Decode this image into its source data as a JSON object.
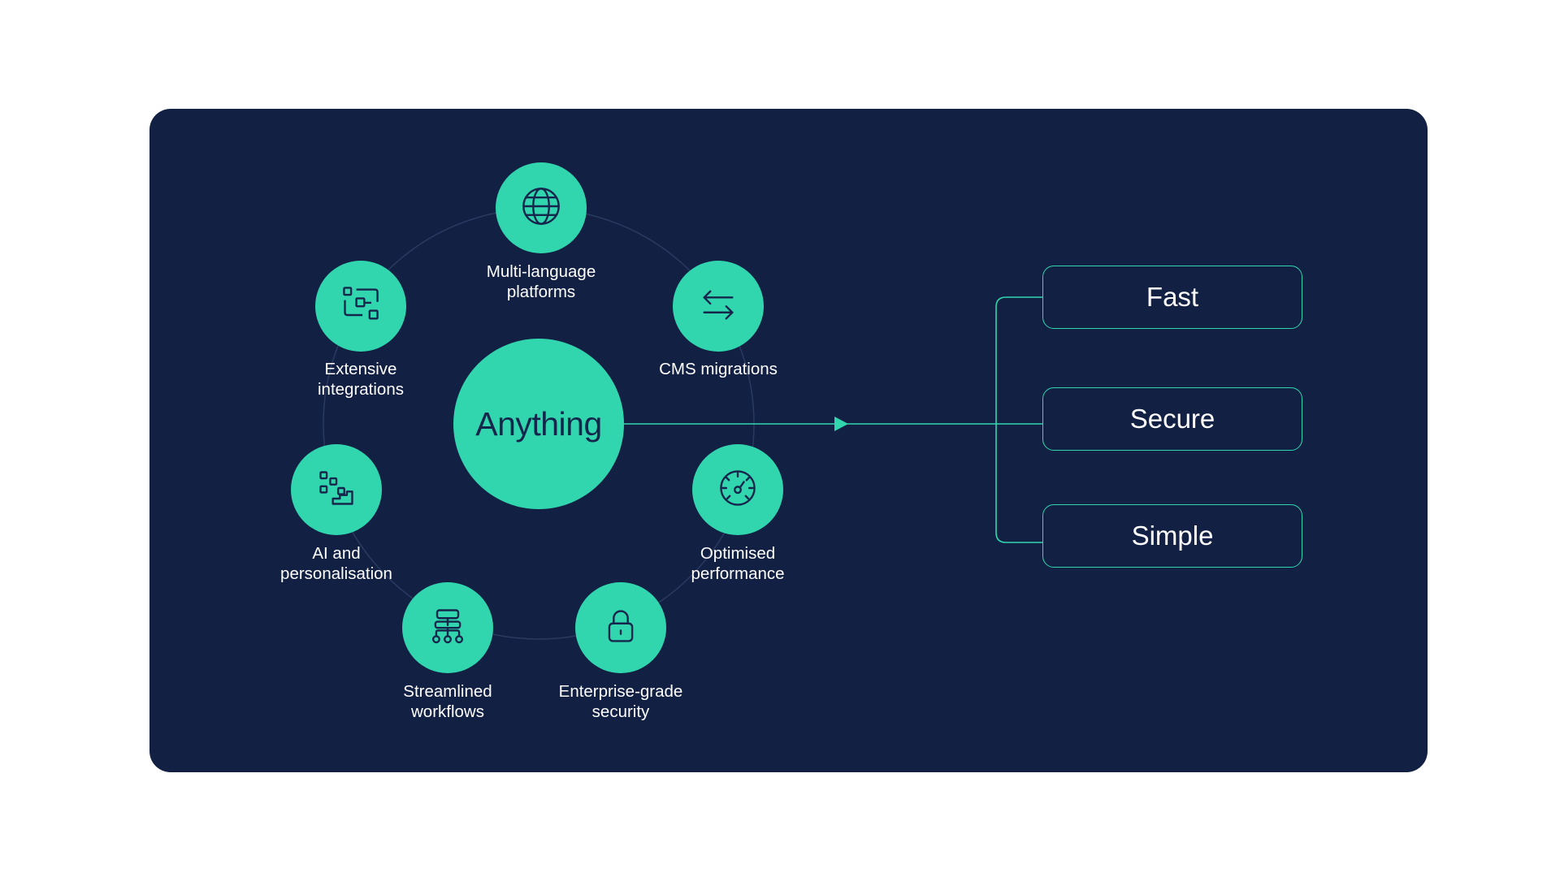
{
  "colors": {
    "page_background": "#ffffff",
    "panel_background": "#122044",
    "accent": "#31d6ae",
    "ring_line": "#2a3a60",
    "dark_text": "#15264c",
    "light_text": "#ffffff"
  },
  "hub": {
    "label": "Anything"
  },
  "features": [
    {
      "label": "Multi-language\nplatforms",
      "icon": "globe-icon"
    },
    {
      "label": "CMS migrations",
      "icon": "arrows-exchange-icon"
    },
    {
      "label": "Optimised\nperformance",
      "icon": "speedometer-icon"
    },
    {
      "label": "Enterprise-grade\nsecurity",
      "icon": "lock-icon"
    },
    {
      "label": "Streamlined\nworkflows",
      "icon": "workflow-hierarchy-icon"
    },
    {
      "label": "AI and\npersonalisation",
      "icon": "ai-blocks-icon"
    },
    {
      "label": "Extensive\nintegrations",
      "icon": "integrations-icon"
    }
  ],
  "qualities": [
    {
      "label": "Fast"
    },
    {
      "label": "Secure"
    },
    {
      "label": "Simple"
    }
  ]
}
